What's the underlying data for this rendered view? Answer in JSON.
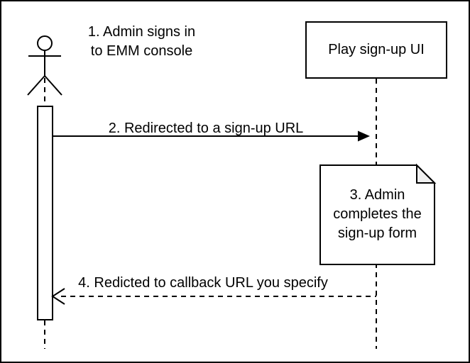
{
  "colors": {
    "stroke": "#000000",
    "background": "#ffffff",
    "note_fill": "#ffffff",
    "note_fold": "#f0f0f0"
  },
  "actor": {
    "icon": "stick-figure-icon"
  },
  "participants": [
    {
      "label": "Play sign-up UI"
    }
  ],
  "messages": [
    {
      "id": 1,
      "label": "1. Admin signs in\nto EMM console",
      "style": "annotation"
    },
    {
      "id": 2,
      "label": "2. Redirected to a sign-up URL",
      "style": "solid-arrow",
      "from": "actor",
      "to": "participant"
    },
    {
      "id": 4,
      "label": "4. Redicted to callback URL you specify",
      "style": "dashed-arrow",
      "from": "participant",
      "to": "actor"
    }
  ],
  "note": {
    "label": "3. Admin\ncompletes the\nsign-up form"
  }
}
